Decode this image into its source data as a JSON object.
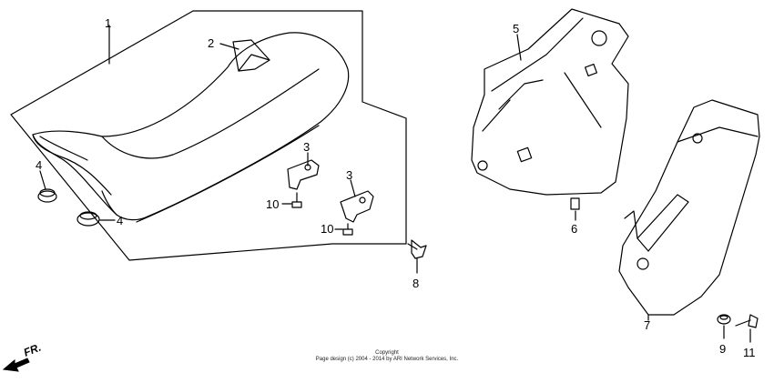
{
  "callouts": {
    "c1": "1",
    "c2": "2",
    "c3a": "3",
    "c3b": "3",
    "c4a": "4",
    "c4b": "4",
    "c5": "5",
    "c6": "6",
    "c7": "7",
    "c8": "8",
    "c9": "9",
    "c10a": "10",
    "c10b": "10",
    "c11": "11"
  },
  "direction": {
    "label": "FR."
  },
  "copyright": {
    "line1": "Copyright",
    "line2": "Page design (c) 2004 - 2014 by ARI Network Services, Inc."
  }
}
